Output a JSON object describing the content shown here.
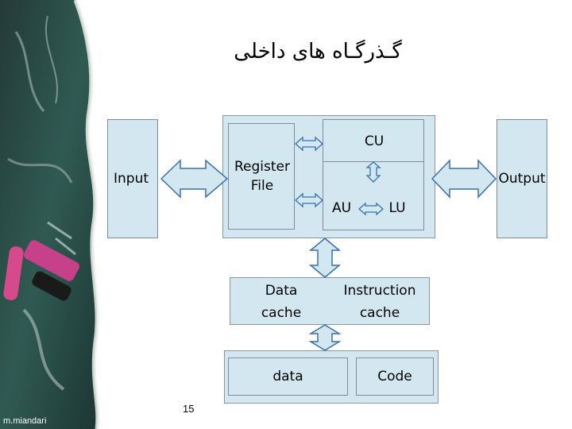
{
  "slide": {
    "title": "گـذرگـاه های داخلی",
    "author": "m.miandari",
    "page_number": "15"
  },
  "diagram": {
    "input_label": "Input",
    "output_label": "Output",
    "register_file_label": "Register\nFile",
    "cu_label": "CU",
    "au_label": "AU",
    "lu_label": "LU",
    "data_cache_label": "Data\ncache",
    "instruction_cache_label": "Instruction\ncache",
    "data_label": "data",
    "code_label": "Code"
  },
  "colors": {
    "box_fill": "#d2e7ef",
    "box_border": "#7f8d95",
    "arrow_fill": "#d2e7ef",
    "arrow_stroke": "#3a6fb0"
  }
}
